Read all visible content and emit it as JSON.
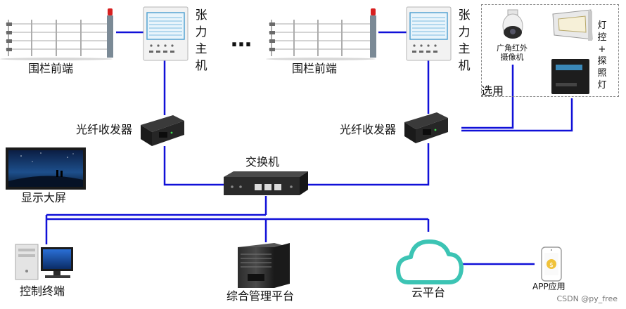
{
  "nodes": {
    "fence_front_1": "围栏前端",
    "fence_front_2": "围栏前端",
    "tension_host_1": [
      "张",
      "力",
      "主",
      "机"
    ],
    "tension_host_2": [
      "张",
      "力",
      "主",
      "机"
    ],
    "ellipsis": "…",
    "camera": [
      "广角红外",
      "摄像机"
    ],
    "light_control": [
      "灯",
      "控",
      "+",
      "探",
      "照",
      "灯"
    ],
    "optional": "选用",
    "fiber_transceiver_1": "光纤收发器",
    "fiber_transceiver_2": "光纤收发器",
    "switch": "交换机",
    "display_screen": "显示大屏",
    "control_terminal": "控制终端",
    "management_platform": "综合管理平台",
    "cloud_platform": "云平台",
    "app": "APP应用"
  },
  "watermark": "CSDN @py_free",
  "colors": {
    "link": "#1010d8",
    "cloud": "#3cc4b4",
    "device_dark": "#222222",
    "screen_blue": "#0c2a55"
  }
}
